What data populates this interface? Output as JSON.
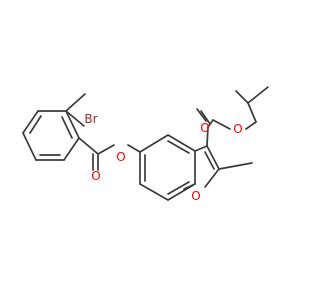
{
  "structure": {
    "atom_labels": {
      "bromine": "Br",
      "ester_oxygen_left": "O",
      "carbonyl_oxygen_left": "O",
      "furan_oxygen": "O",
      "carbonyl_oxygen_right": "O",
      "ester_oxygen_right": "O"
    },
    "colors": {
      "bond": "#3a3a3a",
      "bromine": "#a52a2a",
      "oxygen": "#ff0000"
    }
  }
}
